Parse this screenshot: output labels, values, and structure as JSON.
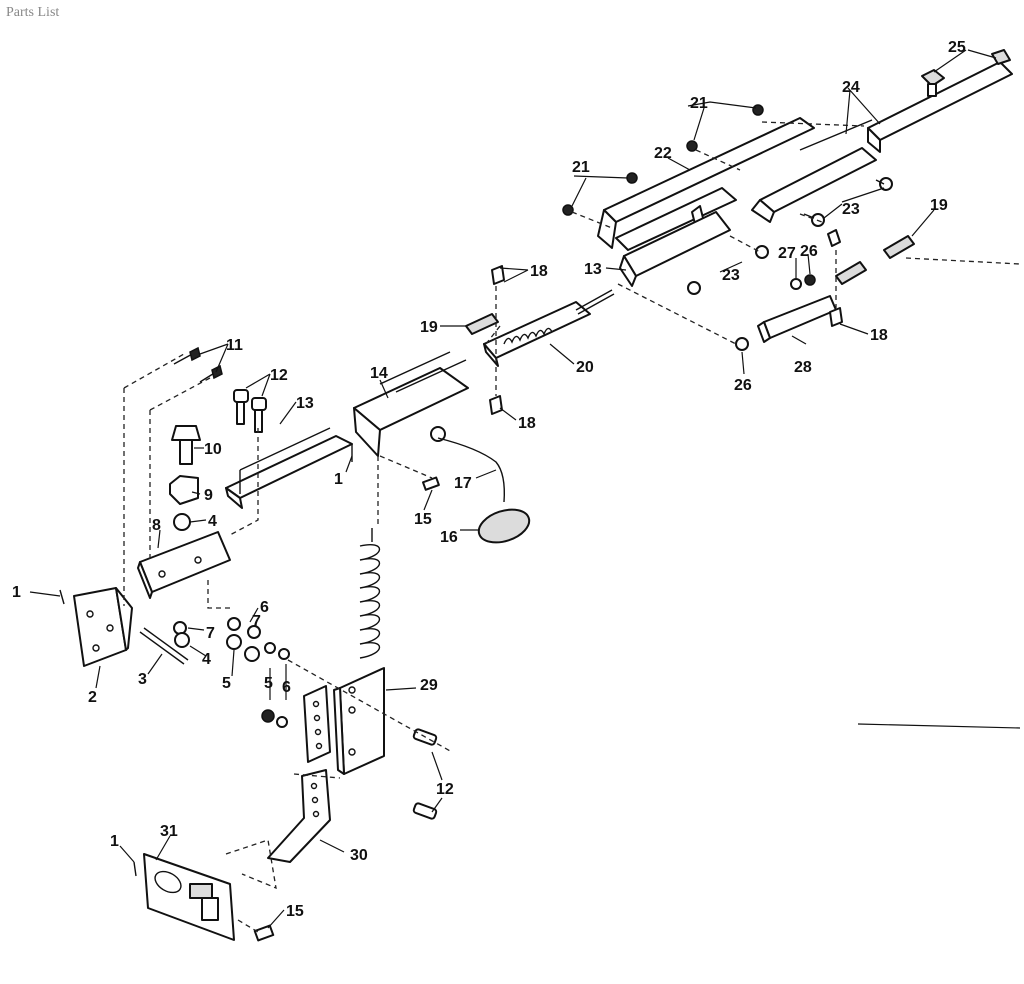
{
  "header_text": "Parts List",
  "callouts": [
    {
      "id": "c1a",
      "text": "1"
    },
    {
      "id": "c1b",
      "text": "1"
    },
    {
      "id": "c1c",
      "text": "1"
    },
    {
      "id": "c2",
      "text": "2"
    },
    {
      "id": "c3",
      "text": "3"
    },
    {
      "id": "c4a",
      "text": "4"
    },
    {
      "id": "c4b",
      "text": "4"
    },
    {
      "id": "c5a",
      "text": "5"
    },
    {
      "id": "c5b",
      "text": "5"
    },
    {
      "id": "c6a",
      "text": "6"
    },
    {
      "id": "c6b",
      "text": "6"
    },
    {
      "id": "c7a",
      "text": "7"
    },
    {
      "id": "c7b",
      "text": "7"
    },
    {
      "id": "c8",
      "text": "8"
    },
    {
      "id": "c9",
      "text": "9"
    },
    {
      "id": "c10",
      "text": "10"
    },
    {
      "id": "c11",
      "text": "11"
    },
    {
      "id": "c12a",
      "text": "12"
    },
    {
      "id": "c12b",
      "text": "12"
    },
    {
      "id": "c13a",
      "text": "13"
    },
    {
      "id": "c13b",
      "text": "13"
    },
    {
      "id": "c14",
      "text": "14"
    },
    {
      "id": "c15a",
      "text": "15"
    },
    {
      "id": "c15b",
      "text": "15"
    },
    {
      "id": "c16",
      "text": "16"
    },
    {
      "id": "c17",
      "text": "17"
    },
    {
      "id": "c18a",
      "text": "18"
    },
    {
      "id": "c18b",
      "text": "18"
    },
    {
      "id": "c18c",
      "text": "18"
    },
    {
      "id": "c19a",
      "text": "19"
    },
    {
      "id": "c19b",
      "text": "19"
    },
    {
      "id": "c20",
      "text": "20"
    },
    {
      "id": "c21a",
      "text": "21"
    },
    {
      "id": "c21b",
      "text": "21"
    },
    {
      "id": "c22",
      "text": "22"
    },
    {
      "id": "c23a",
      "text": "23"
    },
    {
      "id": "c23b",
      "text": "23"
    },
    {
      "id": "c24",
      "text": "24"
    },
    {
      "id": "c25",
      "text": "25"
    },
    {
      "id": "c26a",
      "text": "26"
    },
    {
      "id": "c26b",
      "text": "26"
    },
    {
      "id": "c27",
      "text": "27"
    },
    {
      "id": "c28",
      "text": "28"
    },
    {
      "id": "c29",
      "text": "29"
    },
    {
      "id": "c30",
      "text": "30"
    },
    {
      "id": "c31",
      "text": "31"
    }
  ]
}
